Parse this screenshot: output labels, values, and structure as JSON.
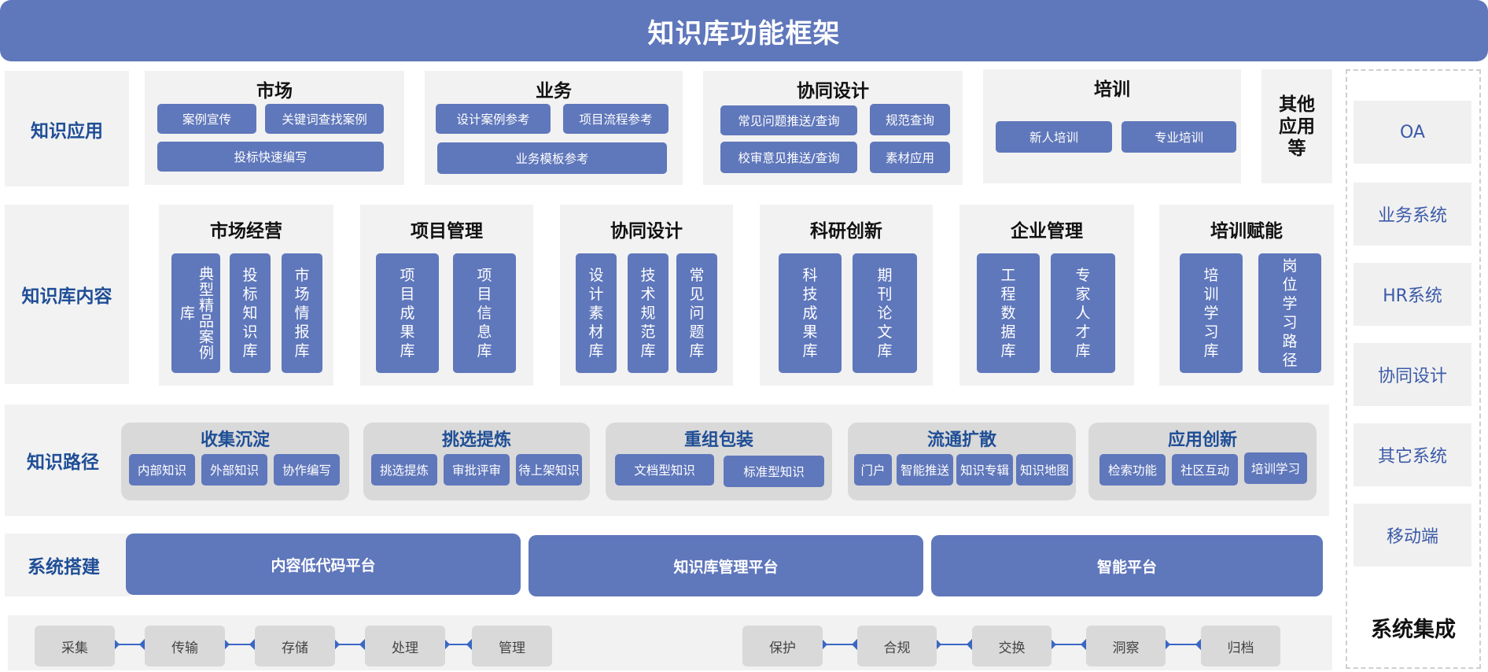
{
  "title": "知识库功能框架",
  "rows": {
    "application": "知识应用",
    "content": "知识库内容",
    "path": "知识路径",
    "build": "系统搭建"
  },
  "application": {
    "market": {
      "title": "市场",
      "items": [
        "案例宣传",
        "关键词查找案例",
        "投标快速编写"
      ]
    },
    "business": {
      "title": "业务",
      "items": [
        "设计案例参考",
        "项目流程参考",
        "业务模板参考"
      ]
    },
    "collab": {
      "title": "协同设计",
      "items": [
        "常见问题推送/查询",
        "规范查询",
        "校审意见推送/查询",
        "素材应用"
      ]
    },
    "training": {
      "title": "培训",
      "items": [
        "新人培训",
        "专业培训"
      ]
    },
    "other": "其他应用等"
  },
  "content": [
    {
      "title": "市场经营",
      "items": [
        "典型精品案例库",
        "投标知识库",
        "市场情报库"
      ]
    },
    {
      "title": "项目管理",
      "items": [
        "项目成果库",
        "项目信息库"
      ]
    },
    {
      "title": "协同设计",
      "items": [
        "设计素材库",
        "技术规范库",
        "常见问题库"
      ]
    },
    {
      "title": "科研创新",
      "items": [
        "科技成果库",
        "期刊论文库"
      ]
    },
    {
      "title": "企业管理",
      "items": [
        "工程数据库",
        "专家人才库"
      ]
    },
    {
      "title": "培训赋能",
      "items": [
        "培训学习库",
        "岗位学习路径"
      ]
    }
  ],
  "path": [
    {
      "title": "收集沉淀",
      "items": [
        "内部知识",
        "外部知识",
        "协作编写"
      ]
    },
    {
      "title": "挑选提炼",
      "items": [
        "挑选提炼",
        "审批评审",
        "待上架知识"
      ]
    },
    {
      "title": "重组包装",
      "items": [
        "文档型知识",
        "标准型知识"
      ]
    },
    {
      "title": "流通扩散",
      "items": [
        "门户",
        "智能推送",
        "知识专辑",
        "知识地图"
      ]
    },
    {
      "title": "应用创新",
      "items": [
        "检索功能",
        "社区互动",
        "培训学习"
      ]
    }
  ],
  "build": [
    "内容低代码平台",
    "知识库管理平台",
    "智能平台"
  ],
  "pipeline_left": [
    "采集",
    "传输",
    "存储",
    "处理",
    "管理"
  ],
  "pipeline_right": [
    "保护",
    "合规",
    "交换",
    "洞察",
    "归档"
  ],
  "integration": {
    "title": "系统集成",
    "items": [
      "OA",
      "业务系统",
      "HR系统",
      "协同设计",
      "其它系统",
      "移动端"
    ]
  },
  "colors": {
    "primary": "#5f77bb",
    "label_blue": "#1f4e96",
    "panel_gray": "#f2f2f2",
    "group_gray": "#d9d9d9"
  }
}
